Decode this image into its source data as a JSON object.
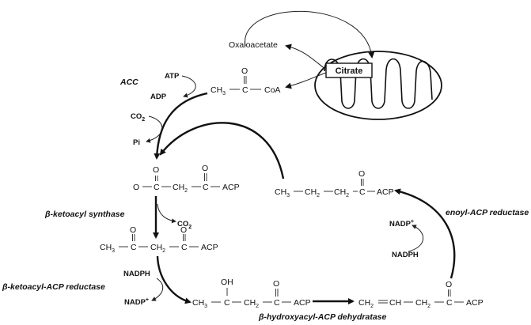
{
  "cofactors": {
    "atp": "ATP",
    "adp": "ADP",
    "co2": "CO",
    "co2_sub": "2",
    "pi": "Pi",
    "nadph": "NADPH",
    "nadp": "NADP",
    "nadp_sup": "+"
  },
  "enzymes": {
    "acc": "ACC",
    "ketoacyl_synthase": "β-ketoacyl synthase",
    "ketoacyl_acp_reductase": "β-ketoacyl-ACP reductase",
    "hydroxyacyl_acp_dehydratase": "β-hydroxyacyl-ACP dehydratase",
    "enoyl_acp_reductase": "enoyl-ACP reductase"
  },
  "metabolites": {
    "oxaloacetate": "Oxaloacetate",
    "citrate": "Citrate",
    "acetyl_coa": {
      "ch3": "CH",
      "sub3": "3",
      "c": "C",
      "o": "O",
      "coa": "CoA"
    },
    "malonyl_acp": {
      "o_minus": "O",
      "c": "C",
      "o": "O",
      "ch2": "CH",
      "sub2": "2",
      "acp": "ACP"
    },
    "ketoacyl_acp": {
      "ch3": "CH",
      "sub3": "3",
      "c": "C",
      "o": "O",
      "ch2": "CH",
      "sub2": "2",
      "acp": "ACP"
    },
    "hydroxyacyl_acp": {
      "oh": "OH",
      "ch3": "CH",
      "sub3": "3",
      "c": "C",
      "o": "O",
      "ch2": "CH",
      "sub2": "2",
      "acp": "ACP"
    },
    "enoyl_acp": {
      "ch2": "CH",
      "sub2": "2",
      "ch": "CH",
      "c": "C",
      "o": "O",
      "acp": "ACP"
    },
    "butyryl_acp": {
      "ch3": "CH",
      "sub3": "3",
      "ch2": "CH",
      "sub2": "2",
      "c": "C",
      "o": "O",
      "acp": "ACP"
    }
  },
  "colors": {
    "ink": "#111111",
    "background": "#ffffff"
  }
}
